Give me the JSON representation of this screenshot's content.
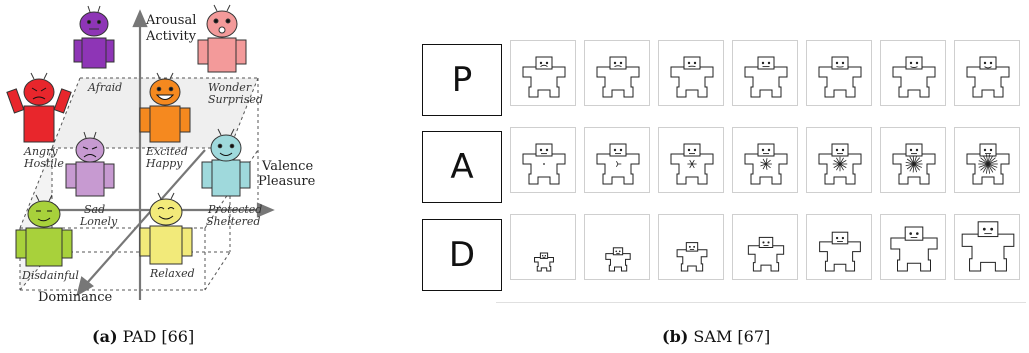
{
  "pad": {
    "axes": {
      "arousal": "Arousal",
      "activity": "Activity",
      "valence": "Valence",
      "pleasure": "Pleasure",
      "dominance": "Dominance"
    },
    "robots": [
      {
        "id": "afraid",
        "labels": [
          "Afraid"
        ],
        "color": "#8e35b6"
      },
      {
        "id": "wonder",
        "labels": [
          "Wonder",
          "Surprised"
        ],
        "color": "#f39a9a"
      },
      {
        "id": "angry",
        "labels": [
          "Angry",
          "Hostile"
        ],
        "color": "#e8262c"
      },
      {
        "id": "excited",
        "labels": [
          "Excited",
          "Happy"
        ],
        "color": "#f5891f"
      },
      {
        "id": "sad",
        "labels": [
          "Sad",
          "Lonely"
        ],
        "color": "#c79ad1"
      },
      {
        "id": "protected",
        "labels": [
          "Protected",
          "Sheltered"
        ],
        "color": "#9fd9dc"
      },
      {
        "id": "disdainful",
        "labels": [
          "Disdainful"
        ],
        "color": "#a8d13b"
      },
      {
        "id": "relaxed",
        "labels": [
          "Relaxed"
        ],
        "color": "#f2ea7a"
      }
    ]
  },
  "sam": {
    "rows": [
      {
        "letter": "P",
        "dimension": "pleasure"
      },
      {
        "letter": "A",
        "dimension": "arousal"
      },
      {
        "letter": "D",
        "dimension": "dominance"
      }
    ],
    "levels": 7
  },
  "captions": {
    "a_tag": "(a)",
    "a_text": "PAD [66]",
    "b_tag": "(b)",
    "b_text": "SAM [67]"
  }
}
